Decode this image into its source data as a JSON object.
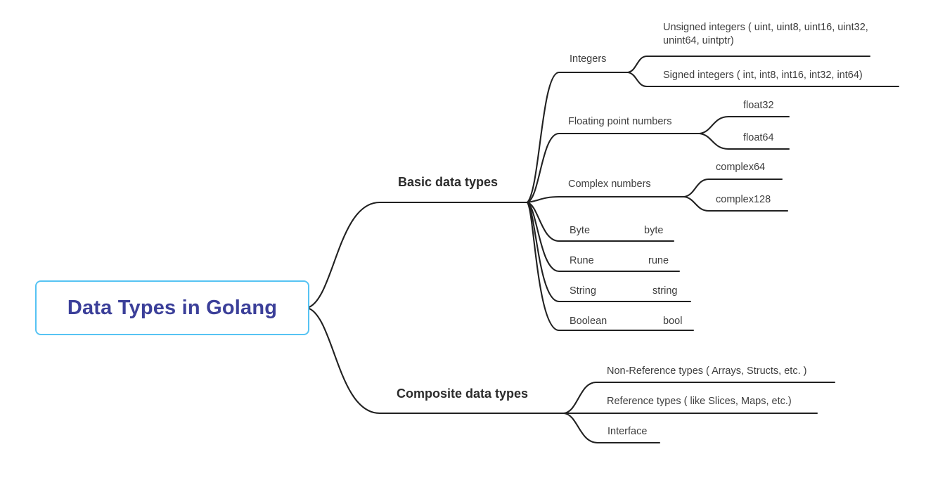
{
  "colors": {
    "root_text": "#3b3f99",
    "root_border": "#56c3f3",
    "line": "#212121",
    "label_text": "#3d3d3d",
    "header_text": "#2b2b2b",
    "background": "#ffffff"
  },
  "mindmap": {
    "root": {
      "label": "Data Types in Golang"
    },
    "branches": [
      {
        "label": "Basic data types",
        "children": [
          {
            "label": "Integers",
            "children": [
              {
                "label": "Unsigned integers ( uint, uint8, uint16, uint32, unint64, uintptr)"
              },
              {
                "label": "Signed integers ( int, int8, int16, int32, int64)"
              }
            ]
          },
          {
            "label": "Floating point numbers",
            "children": [
              {
                "label": "float32"
              },
              {
                "label": "float64"
              }
            ]
          },
          {
            "label": "Complex numbers",
            "children": [
              {
                "label": "complex64"
              },
              {
                "label": "complex128"
              }
            ]
          },
          {
            "label": "Byte",
            "children": [
              {
                "label": "byte"
              }
            ]
          },
          {
            "label": "Rune",
            "children": [
              {
                "label": "rune"
              }
            ]
          },
          {
            "label": "String",
            "children": [
              {
                "label": "string"
              }
            ]
          },
          {
            "label": "Boolean",
            "children": [
              {
                "label": "bool"
              }
            ]
          }
        ]
      },
      {
        "label": "Composite data types",
        "children": [
          {
            "label": "Non-Reference types ( Arrays, Structs, etc. )"
          },
          {
            "label": "Reference types ( like Slices, Maps, etc.)"
          },
          {
            "label": "Interface"
          }
        ]
      }
    ]
  }
}
